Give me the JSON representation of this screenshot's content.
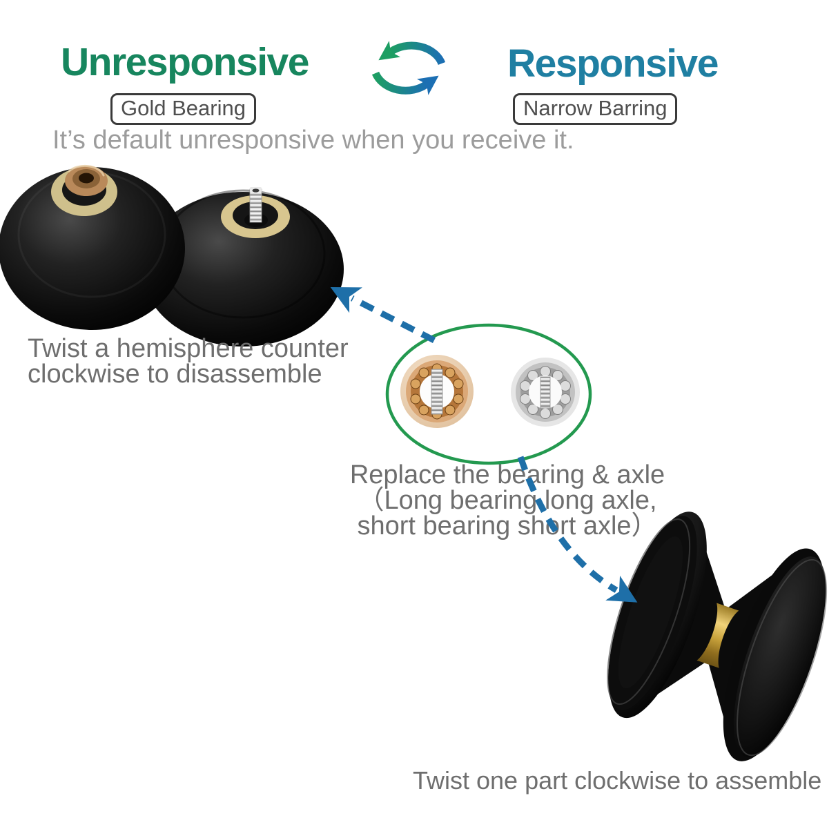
{
  "colors": {
    "unresponsive_green": "#17865e",
    "responsive_blue": "#1f7fa2",
    "arrow_blue": "#1e6fa8",
    "ellipse_green": "#23994f",
    "badge_border": "#3a3a3a",
    "badge_text": "#4f4f4f",
    "subtitle_text": "#9c9c9c",
    "instruction_text": "#6e6e6e",
    "icon_green": "#1d9e63",
    "icon_blue": "#1c6fb3"
  },
  "header": {
    "left_title": "Unresponsive",
    "left_badge": "Gold Bearing",
    "swap_icon": "swap-cycle-icon",
    "right_title": "Responsive",
    "right_badge": "Narrow Barring",
    "subtitle": "It’s default unresponsive when you receive it."
  },
  "steps": {
    "disassemble_line1": "Twist a hemisphere counter",
    "disassemble_line2": "clockwise to disassemble",
    "replace_line1": "Replace the bearing & axle",
    "replace_line2": "（Long bearing long axle,",
    "replace_line3": "short bearing short axle）",
    "assemble": "Twist one part clockwise to assemble"
  },
  "figures": {
    "disassembled": "two-black-yoyo-halves",
    "bearings": "gold-bearing-and-narrow-bearing-with-axles",
    "assembled": "assembled-black-yoyo-with-gold-bearing"
  }
}
